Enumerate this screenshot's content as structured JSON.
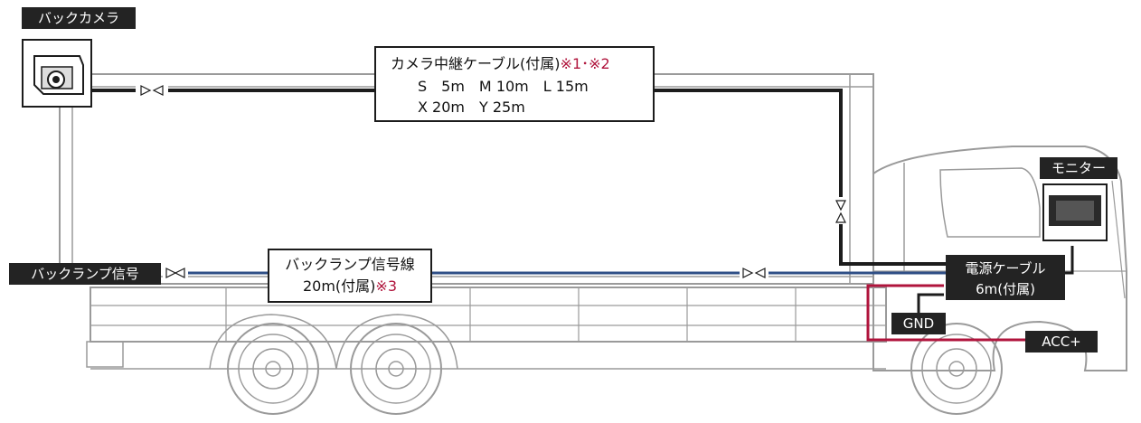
{
  "labels": {
    "back_camera": "バックカメラ",
    "monitor": "モニター",
    "back_lamp_signal": "バックランプ信号",
    "power_cable_line1": "電源ケーブル",
    "power_cable_line2": "6m(付属)",
    "gnd": "GND",
    "acc": "ACC+"
  },
  "relay_cable": {
    "title": "カメラ中継ケーブル(付属)",
    "note": "※1･※2",
    "line2": "S　5m　M 10m　L 15m",
    "line3": "X 20m　Y 25m"
  },
  "lamp_wire": {
    "title": "バックランプ信号線",
    "line2": "20m(付属)",
    "note": "※3"
  },
  "colors": {
    "label_bg": "#232323",
    "camera_cable": "#1c1c1c",
    "lamp_wire": "#2f4f86",
    "power_wire": "#b0143c",
    "truck_line": "#9a9a9a"
  }
}
